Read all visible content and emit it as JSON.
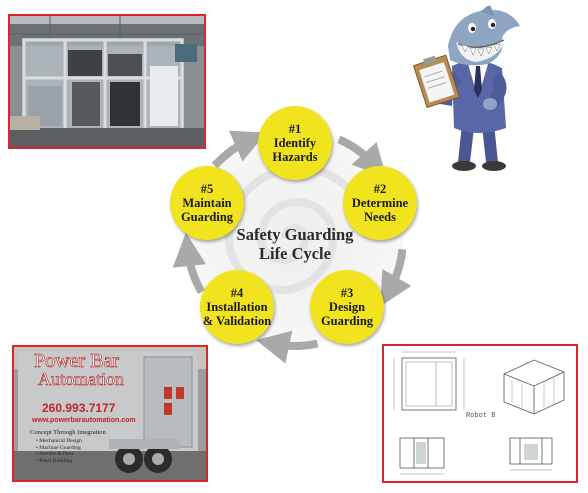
{
  "cycle": {
    "title": "Safety Guarding\nLife Cycle",
    "steps": [
      {
        "num": "#1",
        "label": "Identify\nHazards"
      },
      {
        "num": "#2",
        "label": "Determine\nNeeds"
      },
      {
        "num": "#3",
        "label": "Design\nGuarding"
      },
      {
        "num": "#4",
        "label": "Installation\n& Validation"
      },
      {
        "num": "#5",
        "label": "Maintain\nGuarding"
      }
    ]
  },
  "trailer": {
    "brand_line1": "Power Bar",
    "brand_line2": "Automation",
    "phone": "260.993.7177",
    "web": "www.powerbarautomation.com",
    "services_title": "Concept Through Integration",
    "services": [
      "• Mechanical Design",
      "• Machine Guarding",
      "• Service & Parts",
      "• Panel Building"
    ]
  },
  "drawing": {
    "caption": "Robot B"
  },
  "colors": {
    "node_fill": "#f2e31f",
    "frame_border": "#e0242b",
    "arrow_gray": "#a9a9a9"
  }
}
